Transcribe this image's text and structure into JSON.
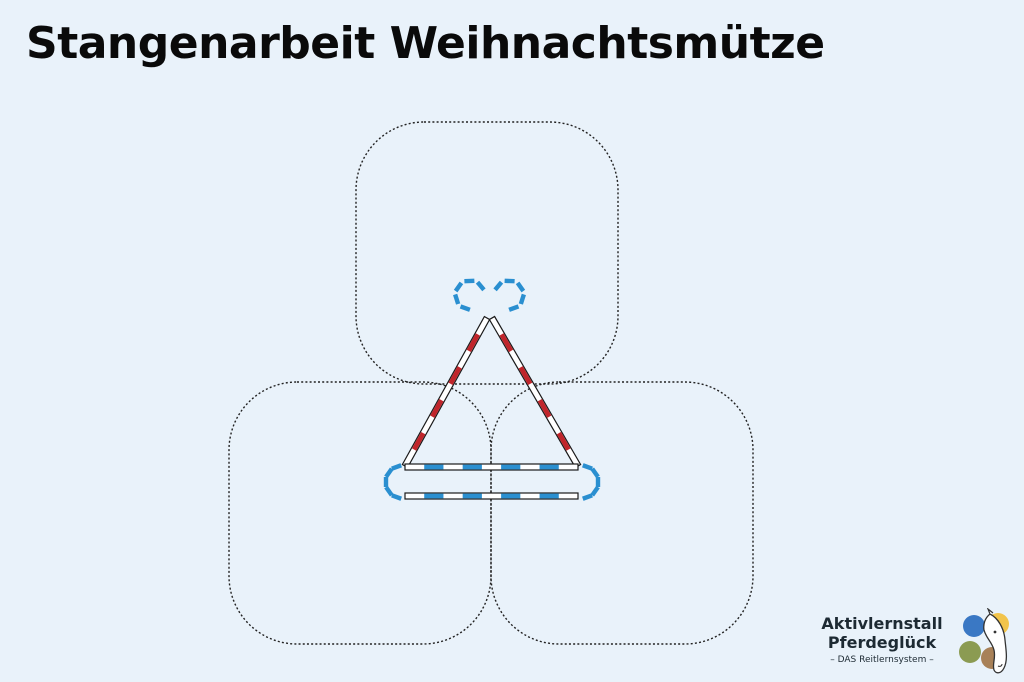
{
  "title": "Stangenarbeit Weihnachtsmütze",
  "logo": {
    "name_line1": "Aktivlernstall",
    "name_line2": "Pferdeglück",
    "tagline": "– DAS Reitlernsystem –"
  },
  "diagram": {
    "volte_count": 3,
    "pole_colors": {
      "side_poles": "#c0252b",
      "base_poles": "#2a8fd0",
      "pole_fill": "#ffffff",
      "pole_outline": "#1a1a1a"
    },
    "cone_marker_color": "#2a8fd0",
    "track_line_color": "#222222",
    "elements": [
      "volte-top",
      "volte-bottom-left",
      "volte-bottom-right",
      "pole-left-side-red",
      "pole-right-side-red",
      "pole-base-upper-blue",
      "pole-base-lower-blue",
      "cone-markers-top",
      "cone-markers-left",
      "cone-markers-right"
    ]
  }
}
